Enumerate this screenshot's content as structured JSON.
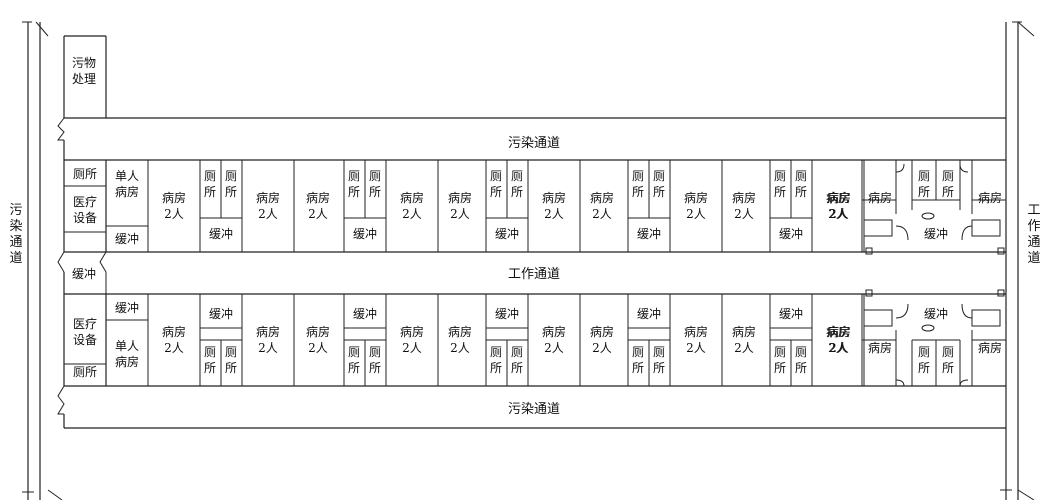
{
  "labels": {
    "waste_disposal_1": "污物",
    "waste_disposal_2": "处理",
    "dirty_corridor": "污染通道",
    "work_corridor": "工作通道",
    "left_vertical": [
      "污",
      "染",
      "通",
      "道"
    ],
    "right_vertical": [
      "工",
      "作",
      "通",
      "道"
    ],
    "toilet": "厕所",
    "toilet_a": "厕",
    "toilet_b": "所",
    "medical_1": "医疗",
    "medical_2": "设备",
    "single_1": "单人",
    "single_2": "病房",
    "buffer": "缓冲",
    "ward_1": "病房",
    "ward_2": "2人",
    "ward_small": "病房"
  }
}
